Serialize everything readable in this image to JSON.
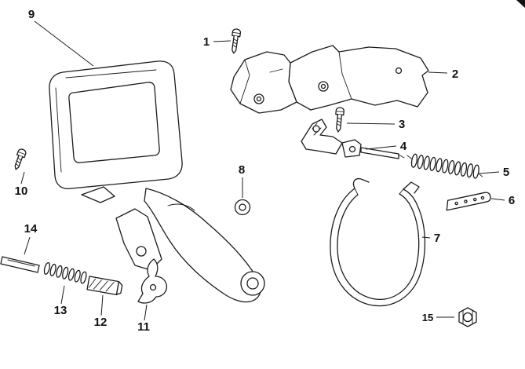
{
  "page": {
    "background_color": "#ffffff",
    "line_color": "#1c1c1c",
    "metal_gray": "#c9c9c9",
    "dark_gray": "#555555",
    "description": "Exploded parts line drawing with numbered callouts 1-15"
  },
  "diagram": {
    "type": "exploded-parts-diagram",
    "callouts": [
      {
        "label": "1",
        "part": "pan-head-screw"
      },
      {
        "label": "2",
        "part": "cover-plate"
      },
      {
        "label": "3",
        "part": "screw"
      },
      {
        "label": "4",
        "part": "brake-lever-assembly"
      },
      {
        "label": "5",
        "part": "coil-spring-long"
      },
      {
        "label": "6",
        "part": "knurled-sleeve"
      },
      {
        "label": "7",
        "part": "brake-band"
      },
      {
        "label": "8",
        "part": "grommet"
      },
      {
        "label": "9",
        "part": "hand-guard"
      },
      {
        "label": "10",
        "part": "screw"
      },
      {
        "label": "11",
        "part": "lever-pawl"
      },
      {
        "label": "12",
        "part": "block"
      },
      {
        "label": "13",
        "part": "coil-spring-short"
      },
      {
        "label": "14",
        "part": "flat-rod"
      },
      {
        "label": "15",
        "part": "hex-nut"
      }
    ]
  }
}
